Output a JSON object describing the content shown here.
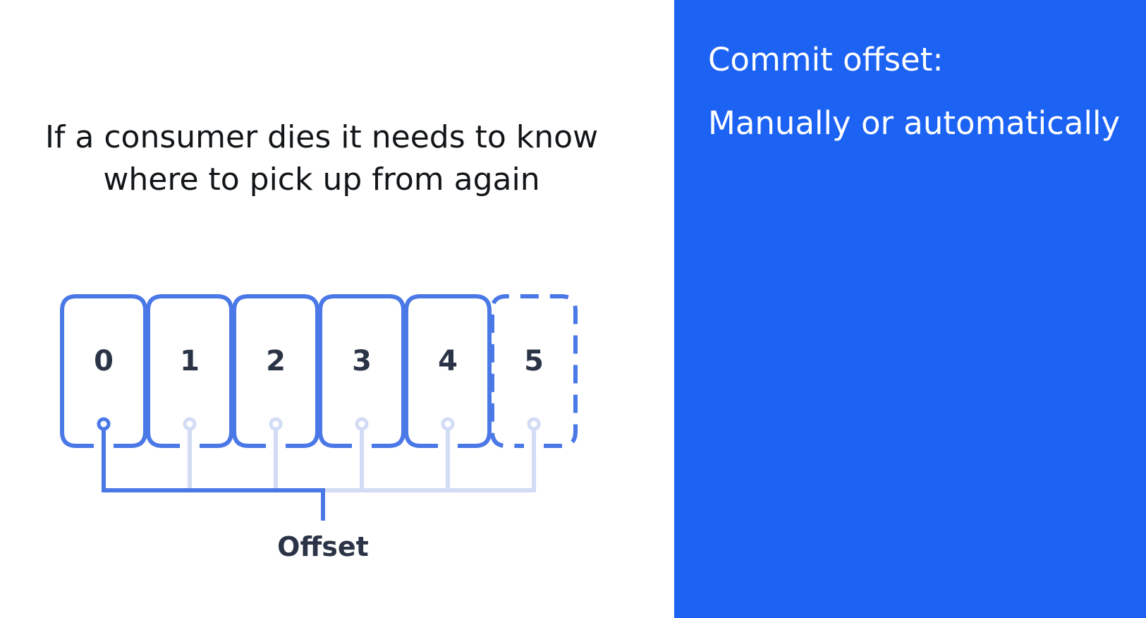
{
  "left": {
    "headline_line1": "If a consumer dies it needs to know",
    "headline_line2": "where to pick up from again"
  },
  "diagram": {
    "cells": [
      {
        "label": "0",
        "committed": true,
        "pending": false
      },
      {
        "label": "1",
        "committed": false,
        "pending": false
      },
      {
        "label": "2",
        "committed": false,
        "pending": false
      },
      {
        "label": "3",
        "committed": false,
        "pending": false
      },
      {
        "label": "4",
        "committed": false,
        "pending": false
      },
      {
        "label": "5",
        "committed": false,
        "pending": true
      }
    ],
    "offset_label": "Offset"
  },
  "right": {
    "title": "Commit offset:",
    "subtitle": "Manually or automatically"
  },
  "colors": {
    "accent": "#1d63f3",
    "cell_stroke": "#4a78e6",
    "light_stroke": "#d3dcf5",
    "text_dark": "#2b3447"
  }
}
